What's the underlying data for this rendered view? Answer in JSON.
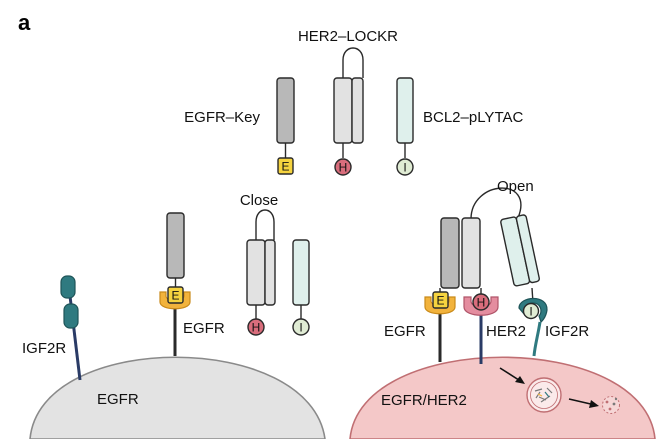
{
  "panel_letter": "a",
  "labels": {
    "her2_lockr": "HER2–LOCKR",
    "egfr_key": "EGFR–Key",
    "bcl2_plytac": "BCL2–pLYTAC",
    "close": "Close",
    "open": "Open",
    "igf2r": "IGF2R",
    "egfr_receptor": "EGFR",
    "egfr_cell": "EGFR",
    "egfr_right": "EGFR",
    "her2_right": "HER2",
    "igf2r_right": "IGF2R",
    "egfr_her2_cell": "EGFR/HER2"
  },
  "chips": {
    "e": "E",
    "h": "H",
    "i": "I"
  },
  "colors": {
    "key_gray": "#b8b8b8",
    "lockr_gray": "#e2e2e2",
    "plytac_teal": "#dff0ec",
    "chip_yellow": "#f5d33f",
    "chip_pink": "#d96d7c",
    "chip_green": "#e0ecd4",
    "receptor_orange": "#f2b33c",
    "receptor_pink": "#e48d9f",
    "igf2r_teal": "#2f7a80",
    "cell_gray": "#e3e3e3",
    "cell_pink": "#f4c8c8"
  }
}
